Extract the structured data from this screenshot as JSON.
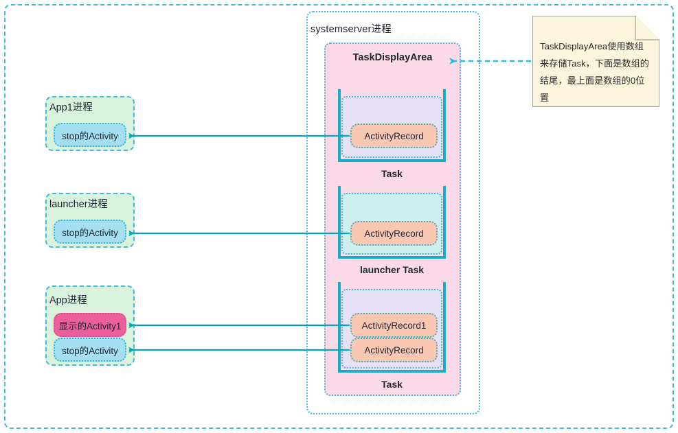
{
  "diagram": {
    "title": "Android TaskDisplayArea / Task / ActivityRecord structure",
    "colors": {
      "frame_border": "#3fb9e0",
      "taskdisplayarea_fill": "#fbd9e6",
      "process_fill": "#d9f2dc",
      "activity_fill": "#a3dff0",
      "activity_shown_fill": "#ea5f9c",
      "activityrecord_fill": "#fac7b3",
      "task_inner_lavender": "#e6e1f5",
      "task_inner_mint": "#cdf0ee",
      "task_bracket": "#15aec4",
      "arrow": "#00a9b7",
      "note_fill": "#faf5dc",
      "note_border": "#a9a48a"
    }
  },
  "systemserver": {
    "label": "systemserver进程",
    "task_display_area": {
      "title": "TaskDisplayArea",
      "tasks": [
        {
          "label": "Task",
          "inner_style": "lavender",
          "records": [
            {
              "label": "ActivityRecord"
            }
          ]
        },
        {
          "label": "launcher Task",
          "inner_style": "mint",
          "records": [
            {
              "label": "ActivityRecord"
            }
          ]
        },
        {
          "label": "Task",
          "inner_style": "lavender",
          "records": [
            {
              "label": "ActivityRecord1"
            },
            {
              "label": "ActivityRecord"
            }
          ]
        }
      ]
    }
  },
  "processes": [
    {
      "label": "App1进程",
      "activities": [
        {
          "label": "stop的Activity",
          "state": "stopped"
        }
      ]
    },
    {
      "label": "launcher进程",
      "activities": [
        {
          "label": "stop的Activity",
          "state": "stopped"
        }
      ]
    },
    {
      "label": "App进程",
      "activities": [
        {
          "label": "显示的Activity1",
          "state": "shown"
        },
        {
          "label": "stop的Activity",
          "state": "stopped"
        }
      ]
    }
  ],
  "note": {
    "text": "TaskDisplayArea使用数组来存储Task，下面是数组的结尾，最上面是数组的0位置",
    "points_to": "TaskDisplayArea"
  }
}
